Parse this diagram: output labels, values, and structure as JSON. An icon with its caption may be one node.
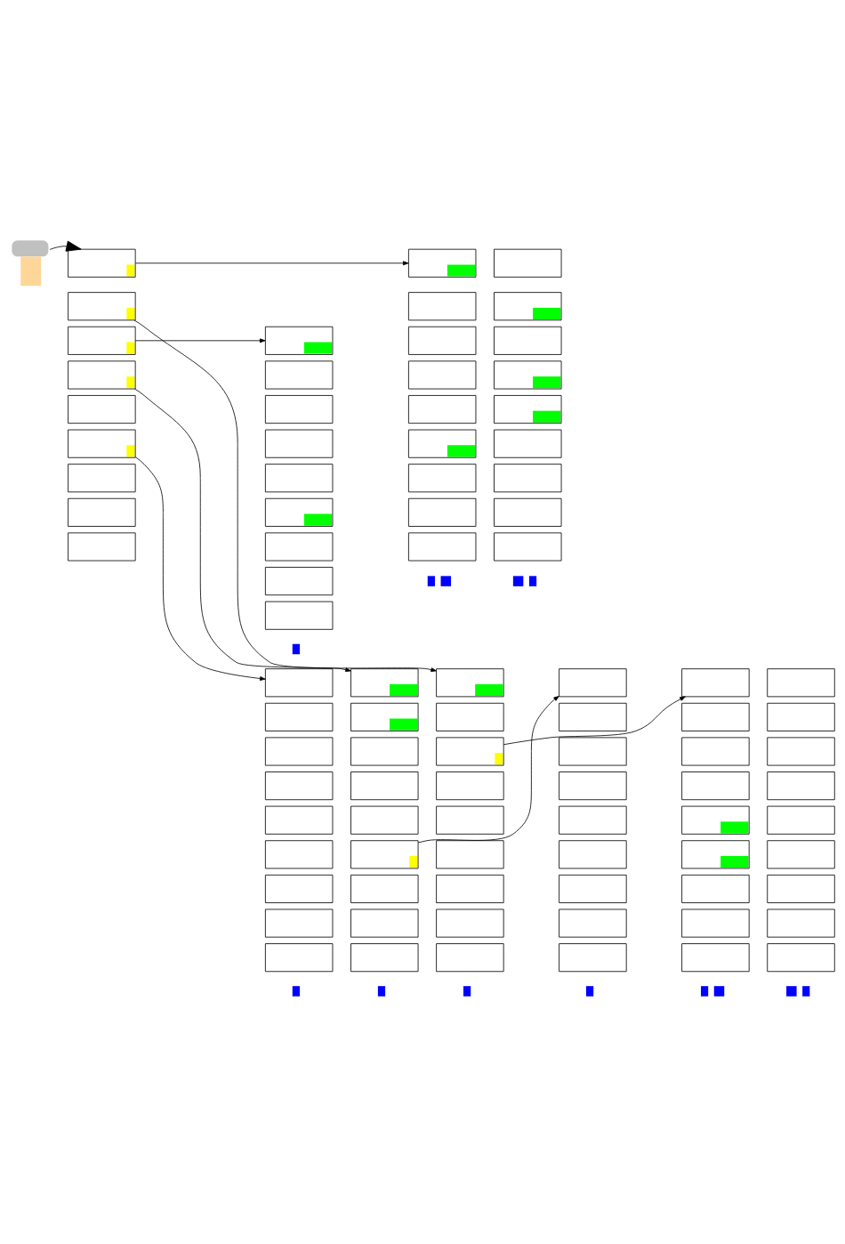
{
  "diagram": {
    "nodes": [
      {
        "text": [],
        "shape": "picture"
      },
      {
        "text": [],
        "shape": "box"
      },
      {
        "text": [],
        "shape": "box"
      },
      {
        "text": [],
        "shape": "box"
      },
      {
        "text": [],
        "shape": "box"
      },
      {
        "text": [],
        "shape": "box"
      },
      {
        "text": [],
        "shape": "box"
      },
      {
        "text": [],
        "shape": "box"
      },
      {
        "text": [],
        "shape": "box"
      },
      {
        "text": [],
        "shape": "box"
      },
      {
        "text": [],
        "shape": "box"
      },
      {
        "text": [],
        "shape": "box"
      },
      {
        "text": [],
        "shape": "box"
      },
      {
        "text": [],
        "shape": "box"
      },
      {
        "text": [],
        "shape": "box"
      },
      {
        "text": [],
        "shape": "box"
      },
      {
        "text": [],
        "shape": "box"
      },
      {
        "text": [],
        "shape": "box"
      },
      {
        "text": [],
        "shape": "box"
      },
      {
        "text": [],
        "shape": "box"
      },
      {
        "text": [],
        "shape": "box"
      },
      {
        "text": [],
        "shape": "box"
      },
      {
        "text": [],
        "shape": "box"
      },
      {
        "text": [],
        "shape": "box"
      },
      {
        "text": [],
        "shape": "box"
      },
      {
        "text": [],
        "shape": "box"
      },
      {
        "text": [],
        "shape": "box"
      },
      {
        "text": [],
        "shape": "box"
      },
      {
        "text": [],
        "shape": "box"
      },
      {
        "text": [],
        "shape": "box"
      },
      {
        "text": [],
        "shape": "box"
      },
      {
        "text": [],
        "shape": "box"
      },
      {
        "text": [],
        "shape": "box"
      },
      {
        "text": [],
        "shape": "box"
      },
      {
        "text": [],
        "shape": "box"
      },
      {
        "text": [],
        "shape": "box"
      },
      {
        "text": [],
        "shape": "box"
      },
      {
        "text": [],
        "shape": "box"
      },
      {
        "text": [],
        "shape": "box"
      },
      {
        "text": [],
        "shape": "box"
      },
      {
        "text": [],
        "shape": "box"
      },
      {
        "text": [],
        "shape": "box"
      },
      {
        "text": [],
        "shape": "box"
      },
      {
        "text": [],
        "shape": "box"
      },
      {
        "text": [],
        "shape": "box"
      },
      {
        "text": [],
        "shape": "box"
      },
      {
        "text": [],
        "shape": "box"
      },
      {
        "text": [],
        "shape": "box"
      },
      {
        "text": [],
        "shape": "box"
      },
      {
        "text": [],
        "shape": "box"
      },
      {
        "text": [],
        "shape": "box"
      },
      {
        "text": [],
        "shape": "box"
      },
      {
        "text": [],
        "shape": "box"
      },
      {
        "text": [],
        "shape": "box"
      },
      {
        "text": [],
        "shape": "box"
      },
      {
        "text": [],
        "shape": "box"
      },
      {
        "text": [],
        "shape": "box"
      },
      {
        "text": [],
        "shape": "box"
      },
      {
        "text": [],
        "shape": "box"
      },
      {
        "text": [],
        "shape": "box"
      },
      {
        "text": [],
        "shape": "box"
      },
      {
        "text": [],
        "shape": "box"
      },
      {
        "text": [],
        "shape": "box"
      },
      {
        "text": [],
        "shape": "box"
      },
      {
        "text": [],
        "shape": "box"
      },
      {
        "text": [],
        "shape": "box"
      },
      {
        "text": [],
        "shape": "box"
      },
      {
        "text": [],
        "shape": "box"
      },
      {
        "text": [],
        "shape": "box"
      },
      {
        "text": [],
        "shape": "box"
      },
      {
        "text": [],
        "shape": "box"
      },
      {
        "text": [],
        "shape": "box"
      },
      {
        "text": [],
        "shape": "box"
      },
      {
        "text": [],
        "shape": "box"
      },
      {
        "text": [],
        "shape": "box"
      },
      {
        "text": [],
        "shape": "box"
      },
      {
        "text": [],
        "shape": "box"
      },
      {
        "text": [],
        "shape": "box"
      },
      {
        "text": [],
        "shape": "box"
      },
      {
        "text": [],
        "shape": "box"
      },
      {
        "text": [],
        "shape": "box"
      },
      {
        "text": [],
        "shape": "box"
      },
      {
        "text": [],
        "shape": "box"
      },
      {
        "text": [],
        "shape": "box"
      },
      {
        "text": [],
        "shape": "box"
      },
      {
        "text": [],
        "shape": "box"
      },
      {
        "text": [],
        "shape": "box"
      },
      {
        "text": [],
        "shape": "box"
      },
      {
        "text": [],
        "shape": "box"
      },
      {
        "text": [],
        "shape": "box"
      },
      {
        "text": [],
        "shape": "box"
      }
    ],
    "edges": [
      {
        "from": 0,
        "to": 1,
        "arrow": "to"
      },
      {
        "from": 1,
        "to": 19,
        "arrow": "to"
      },
      {
        "from": 2,
        "to": 64,
        "arrow": "to"
      },
      {
        "from": 3,
        "to": 10,
        "arrow": "to"
      },
      {
        "from": 4,
        "to": 37,
        "arrow": "to"
      },
      {
        "from": 6,
        "to": 55,
        "arrow": "to"
      },
      {
        "from": 42,
        "to": 46,
        "arrow": "to"
      },
      {
        "from": 66,
        "to": 73,
        "arrow": "to"
      }
    ]
  }
}
